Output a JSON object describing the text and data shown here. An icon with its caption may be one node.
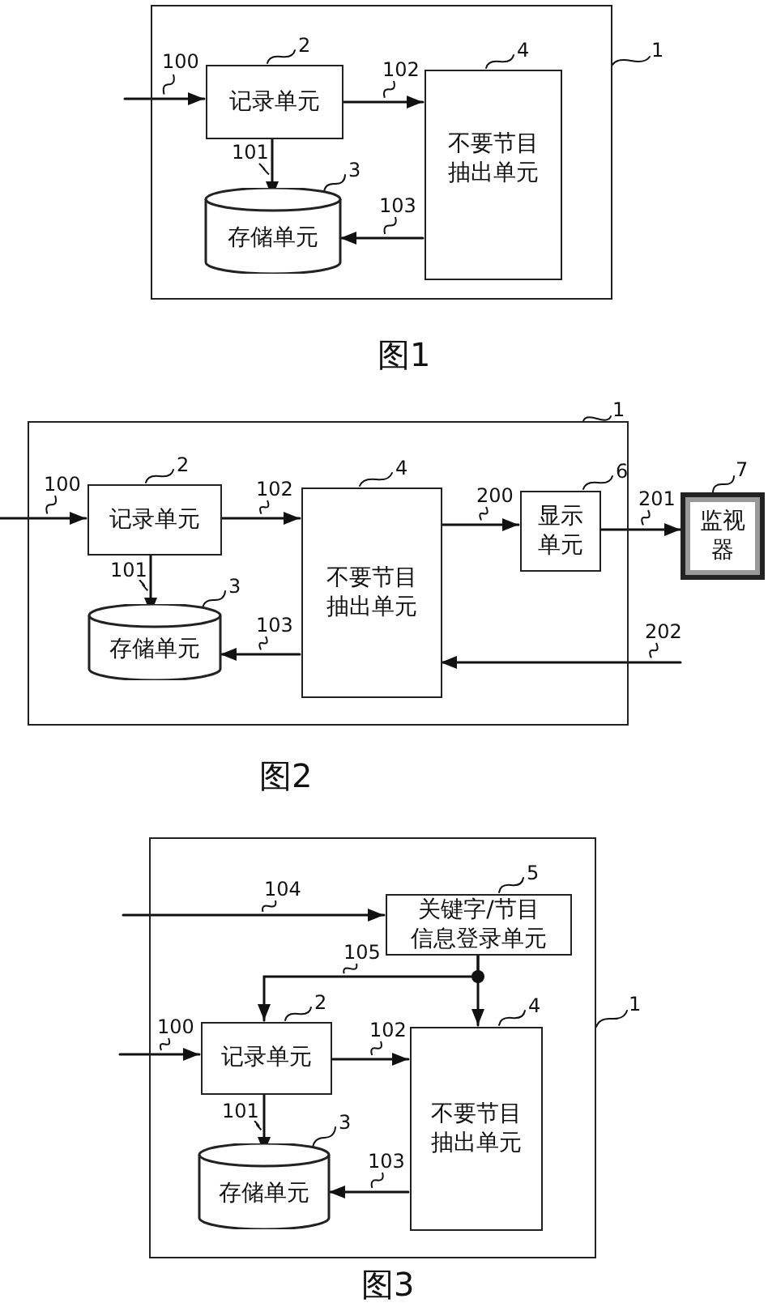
{
  "diagram": {
    "nodes": [
      {
        "text": [],
        "shape": "box"
      },
      {
        "text": [
          "记录单元"
        ],
        "in": 0
      },
      {
        "text": [
          "存储单元"
        ],
        "in": 0
      },
      {
        "text": [
          "不要节目抽出单元"
        ],
        "in": 0
      },
      {
        "text": [],
        "shape": "box"
      },
      {
        "text": [
          "记录单元"
        ],
        "in": 4
      },
      {
        "text": [
          "存储单元"
        ],
        "in": 4
      },
      {
        "text": [
          "不要节目抽出单元"
        ],
        "in": 4
      },
      {
        "text": [
          "显示单元"
        ],
        "in": 4
      },
      {
        "text": [
          "监视器"
        ]
      },
      {
        "text": [],
        "shape": "box"
      },
      {
        "text": [
          "关键字/节目信息登录单元"
        ],
        "in": 10
      },
      {
        "text": [
          "记录单元"
        ],
        "in": 10
      },
      {
        "text": [
          "存储单元"
        ],
        "in": 10
      },
      {
        "text": [
          "不要节目抽出单元"
        ],
        "in": 10
      },
      {
        "text": [
          "1"
        ]
      },
      {
        "text": [
          "2"
        ],
        "in": 0
      },
      {
        "text": [
          "3"
        ],
        "in": 0
      },
      {
        "text": [
          "4"
        ],
        "in": 0
      },
      {
        "text": [
          "1"
        ]
      },
      {
        "text": [
          "2"
        ],
        "in": 4
      },
      {
        "text": [
          "3"
        ],
        "in": 4
      },
      {
        "text": [
          "4"
        ],
        "in": 4
      },
      {
        "text": [
          "6"
        ],
        "in": 4
      },
      {
        "text": [
          "7"
        ]
      },
      {
        "text": [
          "1"
        ]
      },
      {
        "text": [
          "5"
        ],
        "in": 10
      },
      {
        "text": [
          "2"
        ],
        "in": 10
      },
      {
        "text": [
          "3"
        ],
        "in": 10
      },
      {
        "text": [
          "4"
        ],
        "in": 10
      }
    ],
    "edges": [
      {
        "from": null,
        "to": 1,
        "arrow": "to",
        "label": "100"
      },
      {
        "from": 1,
        "to": 2,
        "arrow": "to",
        "label": "101"
      },
      {
        "from": 1,
        "to": 3,
        "arrow": "to",
        "label": "102"
      },
      {
        "from": 3,
        "to": 2,
        "arrow": "to",
        "label": "103"
      },
      {
        "from": null,
        "to": 5,
        "arrow": "to",
        "label": "100"
      },
      {
        "from": 5,
        "to": 6,
        "arrow": "to",
        "label": "101"
      },
      {
        "from": 5,
        "to": 7,
        "arrow": "to",
        "label": "102"
      },
      {
        "from": 7,
        "to": 6,
        "arrow": "to",
        "label": "103"
      },
      {
        "from": 7,
        "to": 8,
        "arrow": "to",
        "label": "200"
      },
      {
        "from": 8,
        "to": 9,
        "arrow": "to",
        "label": "201"
      },
      {
        "from": null,
        "to": 7,
        "arrow": "to",
        "label": "202"
      },
      {
        "from": null,
        "to": 11,
        "arrow": "to",
        "label": "104"
      },
      {
        "from": 11,
        "to": 12,
        "arrow": "to",
        "label": "105"
      },
      {
        "from": 11,
        "to": 14,
        "arrow": "to"
      },
      {
        "from": null,
        "to": 12,
        "arrow": "to",
        "label": "100"
      },
      {
        "from": 12,
        "to": 13,
        "arrow": "to",
        "label": "101"
      },
      {
        "from": 12,
        "to": 14,
        "arrow": "to",
        "label": "102"
      },
      {
        "from": 14,
        "to": 13,
        "arrow": "to",
        "label": "103"
      },
      {
        "from": 15,
        "to": 0,
        "arrow": "none"
      },
      {
        "from": 16,
        "to": 1,
        "arrow": "none"
      },
      {
        "from": 17,
        "to": 2,
        "arrow": "none"
      },
      {
        "from": 18,
        "to": 3,
        "arrow": "none"
      },
      {
        "from": 19,
        "to": 4,
        "arrow": "none"
      },
      {
        "from": 20,
        "to": 5,
        "arrow": "none"
      },
      {
        "from": 21,
        "to": 6,
        "arrow": "none"
      },
      {
        "from": 22,
        "to": 7,
        "arrow": "none"
      },
      {
        "from": 23,
        "to": 8,
        "arrow": "none"
      },
      {
        "from": 24,
        "to": 9,
        "arrow": "none"
      },
      {
        "from": 25,
        "to": 10,
        "arrow": "none"
      },
      {
        "from": 26,
        "to": 11,
        "arrow": "none"
      },
      {
        "from": 27,
        "to": 12,
        "arrow": "none"
      },
      {
        "from": 28,
        "to": 13,
        "arrow": "none"
      },
      {
        "from": 29,
        "to": 14,
        "arrow": "none"
      }
    ],
    "labels": [
      "图1",
      "图2",
      "图3"
    ]
  }
}
